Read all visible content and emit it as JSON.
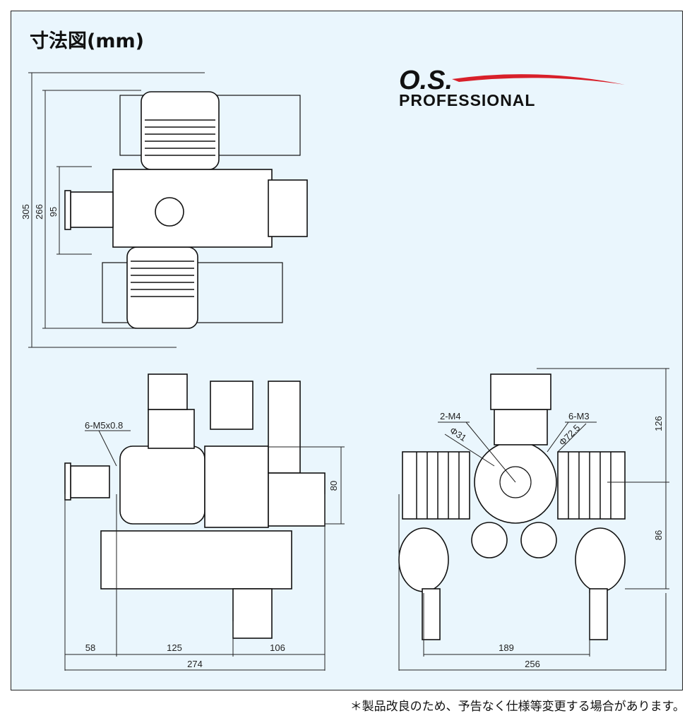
{
  "title": "寸法図(mm)",
  "logo": {
    "brand": "O.S.",
    "sub": "PROFESSIONAL",
    "accent": "#d8202a"
  },
  "top_view": {
    "dims": {
      "overall_height": "305",
      "cylinder_span": "266",
      "crankcase": "95"
    }
  },
  "side_view": {
    "thread_label": "6-M5x0.8",
    "height": "80",
    "dims_bottom": {
      "a": "58",
      "b": "125",
      "c": "106",
      "total": "274"
    }
  },
  "front_view": {
    "m4_label": "2-M4",
    "m3_label": "6-M3",
    "dia_small": "Φ31",
    "dia_large": "Φ72.5",
    "upper": "126",
    "lower": "86",
    "muffler_span": "189",
    "total": "256"
  },
  "note": "＊製品改良のため、予告なく仕様等変更する場合があります。"
}
